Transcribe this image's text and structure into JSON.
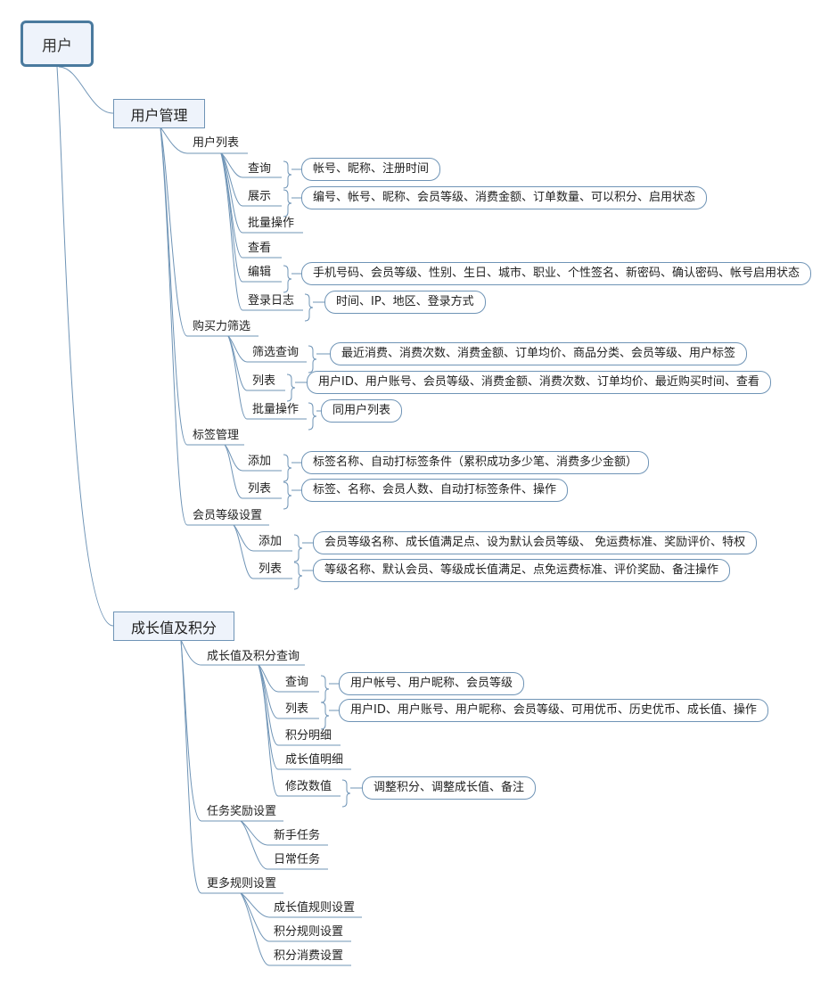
{
  "root": "用户",
  "branch1": {
    "title": "用户管理",
    "user_list": {
      "title": "用户列表",
      "query": "查询",
      "query_detail": "帐号、昵称、注册时间",
      "display": "展示",
      "display_detail": "编号、帐号、昵称、会员等级、消费金额、订单数量、可以积分、启用状态",
      "batch": "批量操作",
      "view": "查看",
      "edit": "编辑",
      "edit_detail": "手机号码、会员等级、性别、生日、城市、职业、个性签名、新密码、确认密码、帐号启用状态",
      "login_log": "登录日志",
      "login_log_detail": "时间、IP、地区、登录方式"
    },
    "purchase": {
      "title": "购买力筛选",
      "filter": "筛选查询",
      "filter_detail": "最近消费、消费次数、消费金额、订单均价、商品分类、会员等级、用户标签",
      "list": "列表",
      "list_detail": "用户ID、用户账号、会员等级、消费金额、消费次数、订单均价、最近购买时间、查看",
      "batch": "批量操作",
      "batch_detail": "同用户列表"
    },
    "tags": {
      "title": "标签管理",
      "add": "添加",
      "add_detail": "标签名称、自动打标签条件（累积成功多少笔、消费多少金额）",
      "list": "列表",
      "list_detail": "标签、名称、会员人数、自动打标签条件、操作"
    },
    "levels": {
      "title": "会员等级设置",
      "add": "添加",
      "add_detail": "会员等级名称、成长值满足点、设为默认会员等级、 免运费标准、奖励评价、特权",
      "list": "列表",
      "list_detail": "等级名称、默认会员、等级成长值满足、点免运费标准、评价奖励、备注操作"
    }
  },
  "branch2": {
    "title": "成长值及积分",
    "query": {
      "title": "成长值及积分查询",
      "search": "查询",
      "search_detail": "用户帐号、用户昵称、会员等级",
      "list": "列表",
      "list_detail": "用户ID、用户账号、用户昵称、会员等级、可用优币、历史优币、成长值、操作",
      "points_detail": "积分明细",
      "growth_detail": "成长值明细",
      "modify": "修改数值",
      "modify_detail": "调整积分、调整成长值、备注"
    },
    "tasks": {
      "title": "任务奖励设置",
      "newbie": "新手任务",
      "daily": "日常任务"
    },
    "rules": {
      "title": "更多规则设置",
      "growth_rules": "成长值规则设置",
      "points_rules": "积分规则设置",
      "points_spend": "积分消费设置"
    }
  },
  "colors": {
    "line": "#6f94b6",
    "node_fill": "#eef3fb",
    "root_border": "#4a7a9e"
  }
}
